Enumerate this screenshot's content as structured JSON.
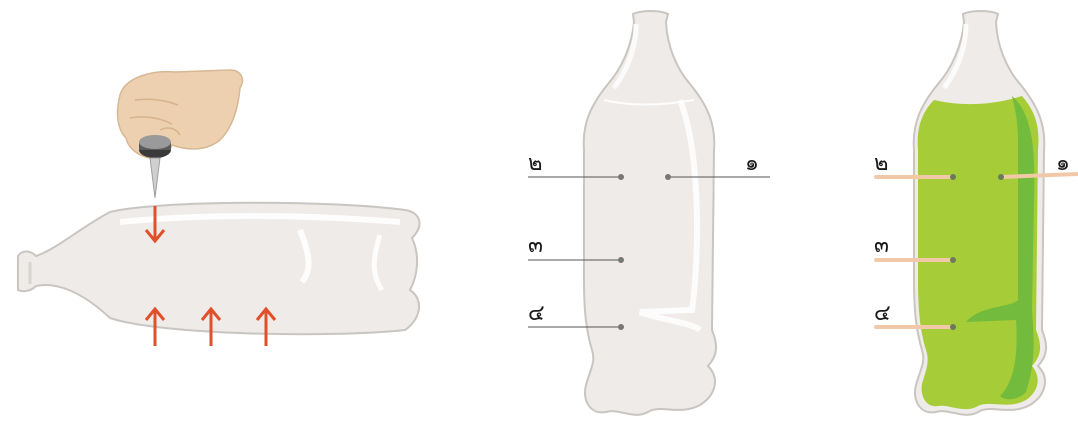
{
  "labels": {
    "hole_1": "๑",
    "hole_2": "๒",
    "hole_3": "๓",
    "hole_4": "๔"
  },
  "colors": {
    "arrow": "#e0502a",
    "water_green": "#a6cd38",
    "water_green_dark": "#72bb3c",
    "hand": "#ecd0b0",
    "bottle_fill": "#ece9e5",
    "bottle_outline": "#c9c6c2",
    "leader_line": "#555555",
    "water_stream": "#f2c9a8"
  },
  "icons": [
    "hand-icon",
    "pin-icon"
  ]
}
